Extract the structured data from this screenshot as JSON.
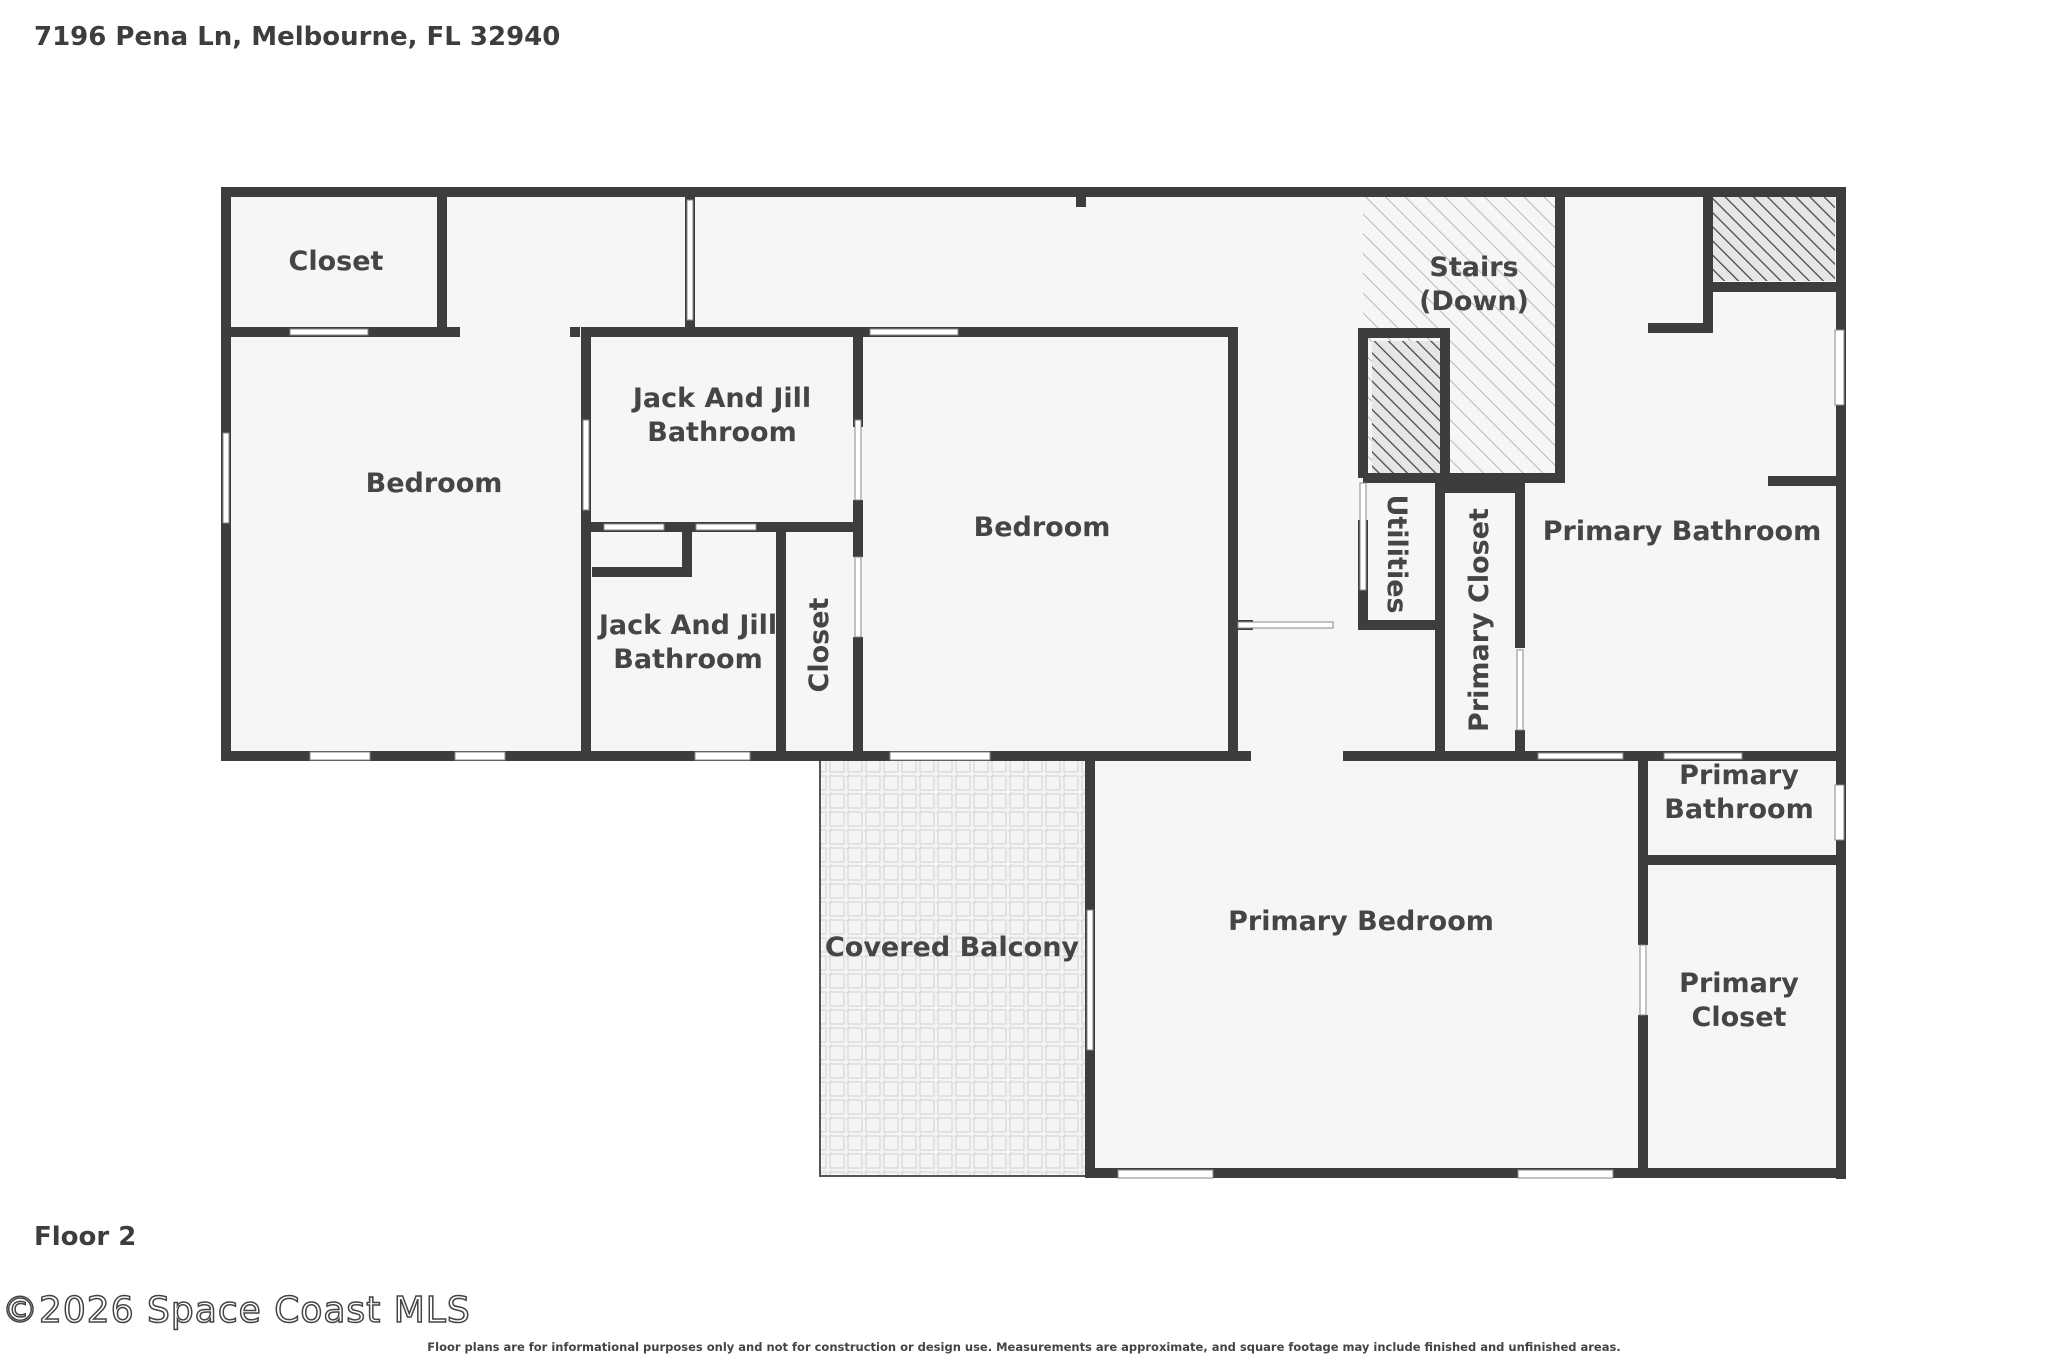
{
  "header": {
    "address": "7196 Pena Ln, Melbourne, FL 32940"
  },
  "footer": {
    "floor_label": "Floor 2",
    "watermark": "©2026 Space Coast MLS",
    "disclaimer": "Floor plans are for informational purposes only and not for construction or design use. Measurements are approximate, and square footage may include finished and unfinished areas."
  },
  "rooms": {
    "closet_top_left": "Closet",
    "bedroom_left": "Bedroom",
    "jj_bath_upper_1": "Jack And Jill",
    "jj_bath_upper_2": "Bathroom",
    "jj_bath_lower_1": "Jack And Jill",
    "jj_bath_lower_2": "Bathroom",
    "closet_mid": "Closet",
    "bedroom_mid": "Bedroom",
    "stairs_1": "Stairs",
    "stairs_2": "(Down)",
    "utilities": "Utilities",
    "primary_closet_vert": "Primary Closet",
    "primary_bathroom_big": "Primary Bathroom",
    "primary_bathroom_small_1": "Primary",
    "primary_bathroom_small_2": "Bathroom",
    "primary_closet_small_1": "Primary",
    "primary_closet_small_2": "Closet",
    "covered_balcony": "Covered Balcony",
    "primary_bedroom": "Primary Bedroom"
  },
  "colors": {
    "wall": "#3d3d3d",
    "floor": "#f6f6f6",
    "window": "#ffffff"
  }
}
